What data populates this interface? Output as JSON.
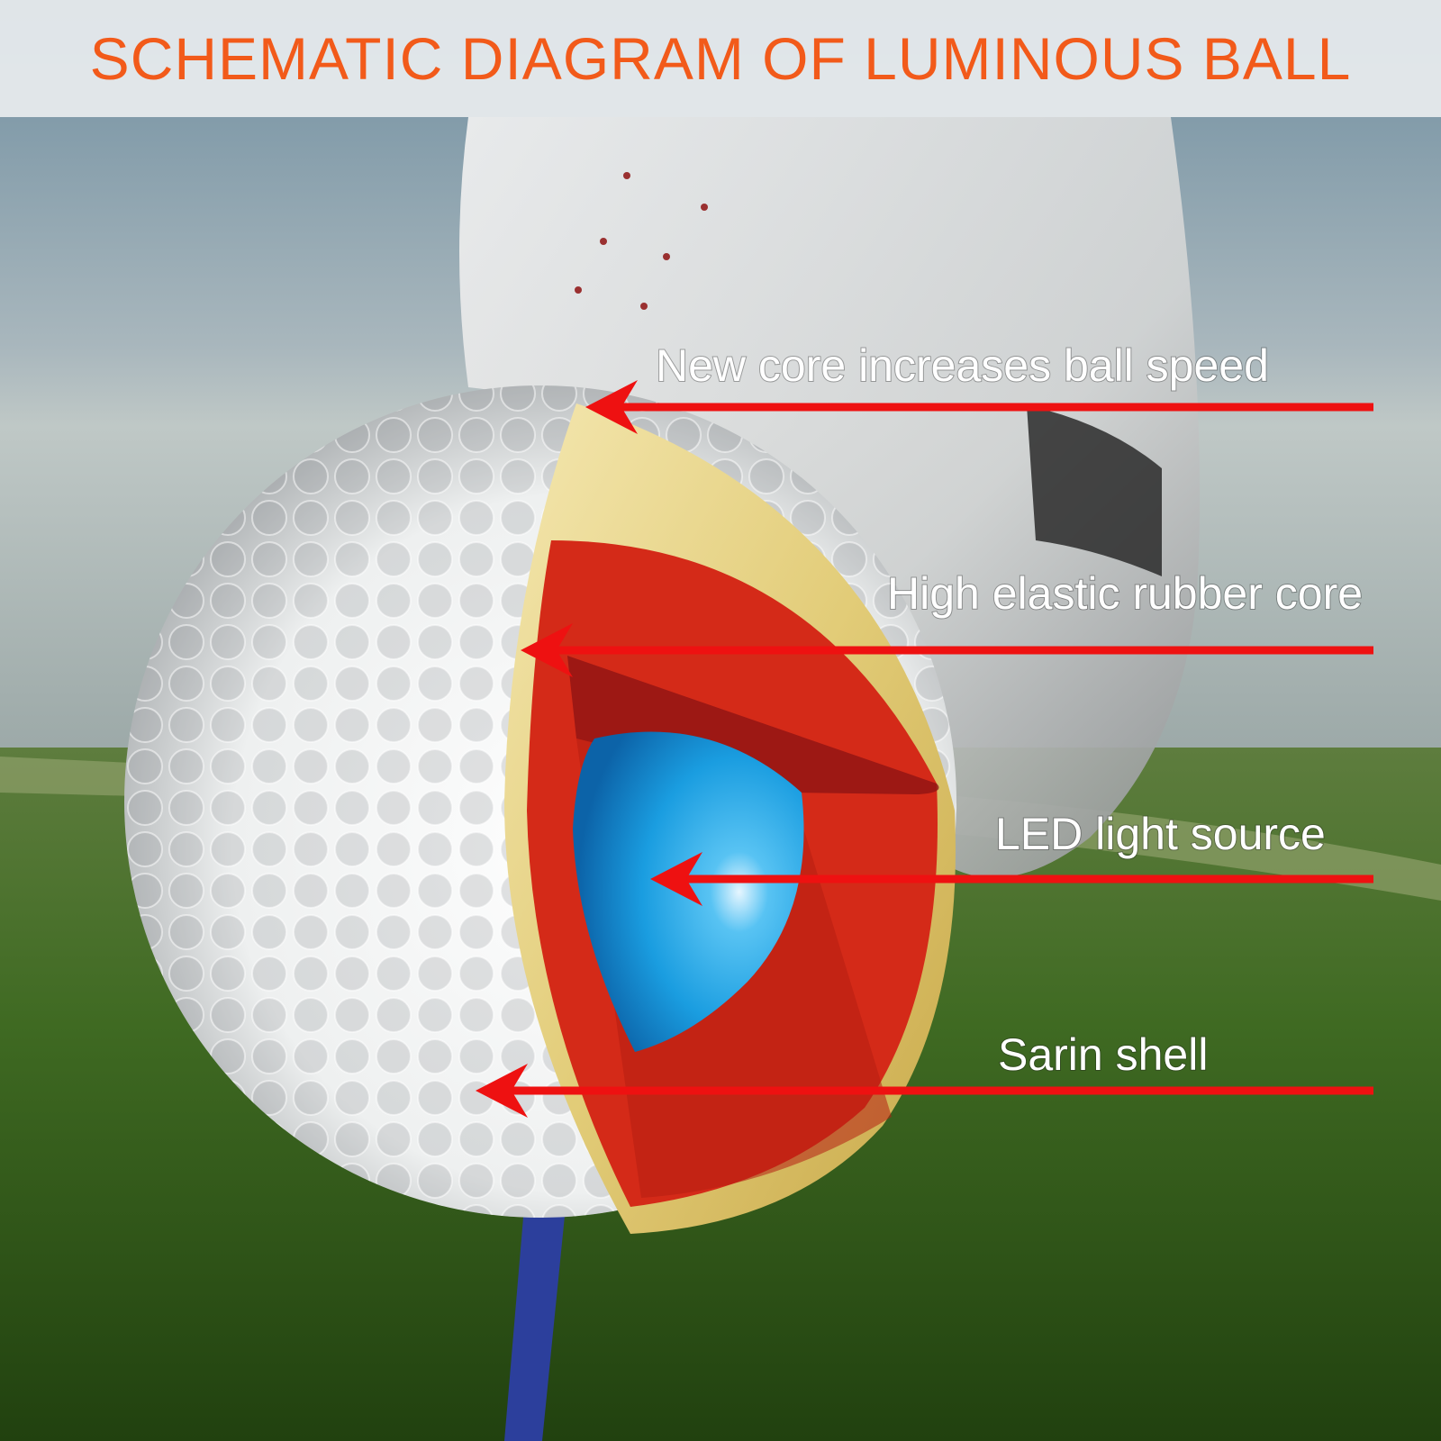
{
  "title": "SCHEMATIC DIAGRAM OF LUMINOUS BALL",
  "callouts": [
    {
      "id": "new-core",
      "label": "New core increases ball speed"
    },
    {
      "id": "rubber-core",
      "label": "High elastic rubber core"
    },
    {
      "id": "led",
      "label": "LED light source"
    },
    {
      "id": "shell",
      "label": "Sarin shell"
    }
  ],
  "colors": {
    "title": "#f25a1a",
    "arrow": "#ee1111",
    "label": "#ffffff",
    "outer_layer": "#e8d488",
    "rubber_core": "#d42a18",
    "led": "#1a9de0"
  }
}
